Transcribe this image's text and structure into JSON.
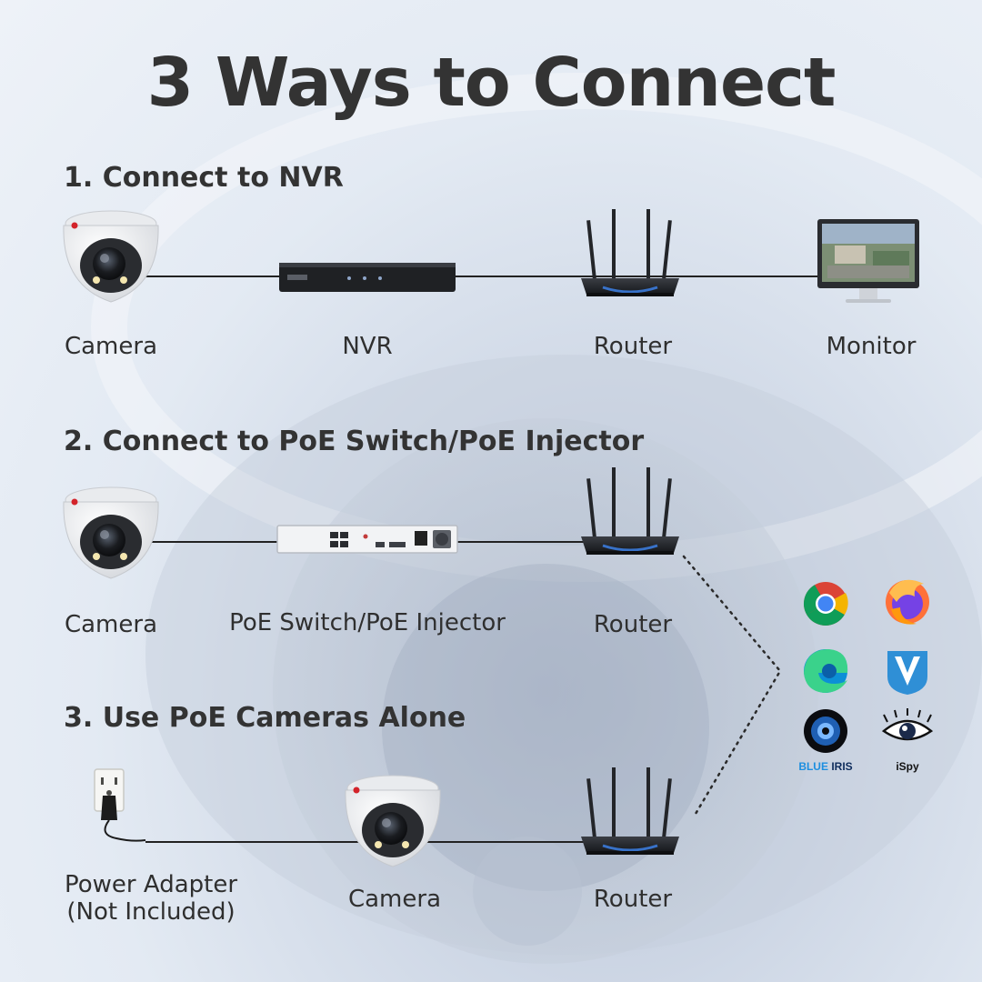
{
  "title": "3 Ways to Connect",
  "sections": [
    {
      "heading": "1. Connect to NVR",
      "labels": [
        "Camera",
        "NVR",
        "Router",
        "Monitor"
      ]
    },
    {
      "heading": "2. Connect to PoE Switch/PoE Injector",
      "labels": [
        "Camera",
        "PoE Switch/PoE Injector",
        "Router"
      ]
    },
    {
      "heading": "3. Use PoE Cameras Alone",
      "labels": [
        "Power Adapter",
        "(Not Included)",
        "Camera",
        "Router"
      ]
    }
  ],
  "apps": [
    {
      "icon": "chrome-icon"
    },
    {
      "icon": "firefox-icon"
    },
    {
      "icon": "edge-icon"
    },
    {
      "icon": "v-app-icon"
    },
    {
      "icon": "blue-iris-icon",
      "label_a": "BLUE",
      "label_b": "IRIS"
    },
    {
      "icon": "ispy-icon",
      "label": "iSpy"
    }
  ],
  "colors": {
    "text": "#333333",
    "cable": "#222222",
    "device_dark": "#1f2124",
    "router_glow": "#3b7bdc",
    "blue_iris": "#1e8fe0"
  }
}
